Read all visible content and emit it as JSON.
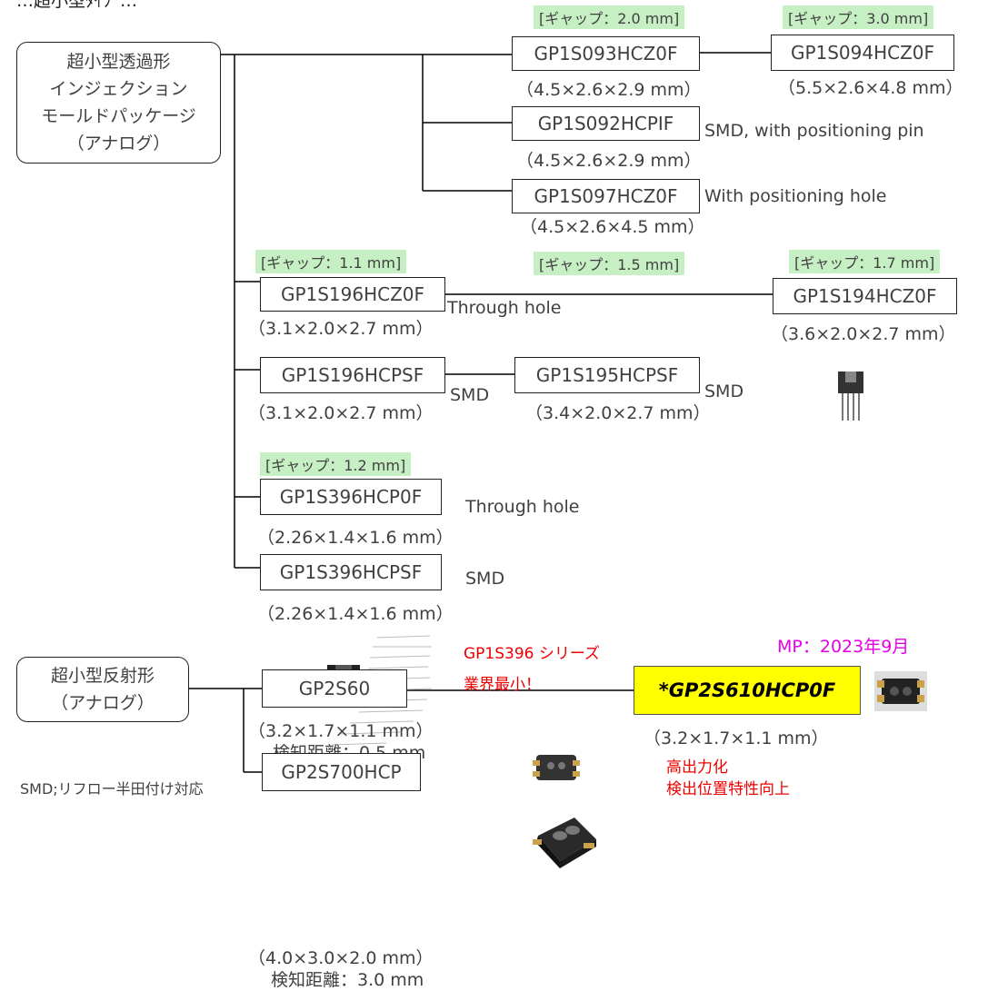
{
  "header": {
    "partial_title": "…超小型ﾀｲﾌﾟ…"
  },
  "categories": {
    "transmissive": "超小型透過形\nインジェクション\nモールドパッケージ\n（アナログ）",
    "reflective": "超小型反射形\n（アナログ）"
  },
  "gaps": {
    "g20": "[ギャップ：2.0 mm]",
    "g30": "[ギャップ：3.0 mm]",
    "g11": "[ギャップ：1.1 mm]",
    "g15": "[ギャップ：1.5 mm]",
    "g17": "[ギャップ：1.7 mm]",
    "g12": "[ギャップ：1.2 mm]"
  },
  "parts": {
    "p093": {
      "name": "GP1S093HCZ0F",
      "dim": "（4.5×2.6×2.9 mm）"
    },
    "p094": {
      "name": "GP1S094HCZ0F",
      "dim": "（5.5×2.6×4.8 mm）"
    },
    "p092": {
      "name": "GP1S092HCPIF",
      "dim": "（4.5×2.6×2.9 mm）",
      "note": "SMD, with positioning pin"
    },
    "p097": {
      "name": "GP1S097HCZ0F",
      "dim": "（4.5×2.6×4.5 mm）",
      "note": "With positioning hole"
    },
    "p196z": {
      "name": "GP1S196HCZ0F",
      "dim": "（3.1×2.0×2.7 mm）",
      "note": "Through hole"
    },
    "p194": {
      "name": "GP1S194HCZ0F",
      "dim": "（3.6×2.0×2.7 mm）"
    },
    "p196s": {
      "name": "GP1S196HCPSF",
      "dim": "（3.1×2.0×2.7 mm）",
      "note": "SMD"
    },
    "p195": {
      "name": "GP1S195HCPSF",
      "dim": "（3.4×2.0×2.7 mm）",
      "note": "SMD"
    },
    "p396p": {
      "name": "GP1S396HCP0F",
      "dim": "（2.26×1.4×1.6 mm）",
      "note": "Through hole"
    },
    "p396s": {
      "name": "GP1S396HCPSF",
      "dim": "（2.26×1.4×1.6 mm）",
      "note": "SMD"
    },
    "gp2s60": {
      "name": "GP2S60",
      "dim": "（3.2×1.7×1.1 mm）",
      "dist": "検知距離：0.5 mm"
    },
    "gp2s700": {
      "name": "GP2S700HCP",
      "dim": "（4.0×3.0×2.0 mm）",
      "dist": "検知距離：3.0 mm"
    },
    "gp2s610": {
      "name": "*GP2S610HCP0F",
      "dim": "（3.2×1.7×1.1 mm）"
    }
  },
  "callouts": {
    "series": "GP1S396 シリーズ",
    "smallest": "業界最小！",
    "mp": "MP：2023年9月",
    "feature1": "高出力化",
    "feature2": "検出位置特性向上",
    "reflow": "SMD;リフロー半田付け対応"
  },
  "colors": {
    "gap_bg": "#c7efc4",
    "highlight": "#ffff00",
    "red": "#ee0000",
    "magenta": "#e600e6"
  }
}
